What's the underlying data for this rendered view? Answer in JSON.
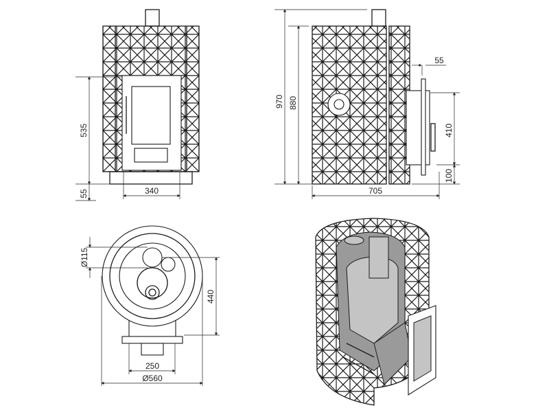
{
  "drawing": {
    "front_view": {
      "height_door": "535",
      "leg_height": "55",
      "width_door": "340"
    },
    "side_view": {
      "total_height": "970",
      "body_height": "880",
      "door_offset": "55",
      "door_height": "410",
      "door_base": "100",
      "depth": "705"
    },
    "top_view": {
      "chimney_diameter": "Ø115",
      "door_depth": "440",
      "door_width": "250",
      "body_diameter": "Ø560"
    },
    "colors": {
      "line": "#1a1a1a",
      "fill_dark": "#9a9a9a",
      "fill_light": "#c4c4c4"
    }
  }
}
